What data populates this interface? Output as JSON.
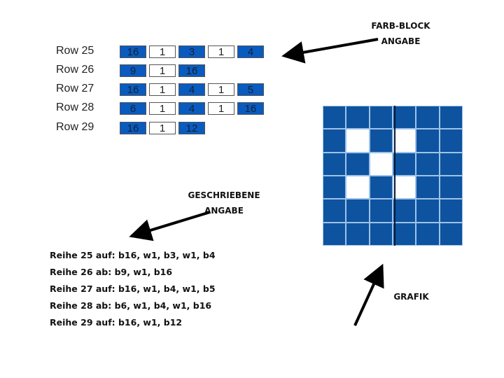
{
  "color_block": {
    "rows": [
      {
        "label": "Row 25",
        "blocks": [
          [
            "b",
            "16"
          ],
          [
            "w",
            "1"
          ],
          [
            "b",
            "3"
          ],
          [
            "w",
            "1"
          ],
          [
            "b",
            "4"
          ]
        ]
      },
      {
        "label": "Row 26",
        "blocks": [
          [
            "b",
            "9"
          ],
          [
            "w",
            "1"
          ],
          [
            "b",
            "16"
          ]
        ]
      },
      {
        "label": "Row 27",
        "blocks": [
          [
            "b",
            "16"
          ],
          [
            "w",
            "1"
          ],
          [
            "b",
            "4"
          ],
          [
            "w",
            "1"
          ],
          [
            "b",
            "5"
          ]
        ]
      },
      {
        "label": "Row 28",
        "blocks": [
          [
            "b",
            "6"
          ],
          [
            "w",
            "1"
          ],
          [
            "b",
            "4"
          ],
          [
            "w",
            "1"
          ],
          [
            "b",
            "16"
          ]
        ]
      },
      {
        "label": "Row 29",
        "blocks": [
          [
            "b",
            "16"
          ],
          [
            "w",
            "1"
          ],
          [
            "b",
            "12"
          ]
        ]
      }
    ]
  },
  "notes": {
    "farb_block": [
      "FARB-BLOCK",
      "ANGABE"
    ],
    "geschriebene": [
      "GESCHRIEBENE",
      "ANGABE"
    ],
    "grafik": "GRAFIK"
  },
  "written": [
    "Reihe 25 auf: b16, w1, b3, w1, b4",
    "Reihe 26 ab: b9, w1, b16",
    "Reihe 27 auf: b16, w1, b4, w1, b5",
    "Reihe 28 ab: b6, w1, b4, w1, b16",
    "Reihe 29 auf: b16, w1, b12"
  ],
  "graphic": {
    "pattern": [
      "bbbbbb",
      "bwbwbb",
      "bbwbbb",
      "bwbwbb",
      "bbbbbb",
      "bbbbbb"
    ],
    "colors": {
      "blue": "#0e539f",
      "white": "#ffffff"
    }
  }
}
